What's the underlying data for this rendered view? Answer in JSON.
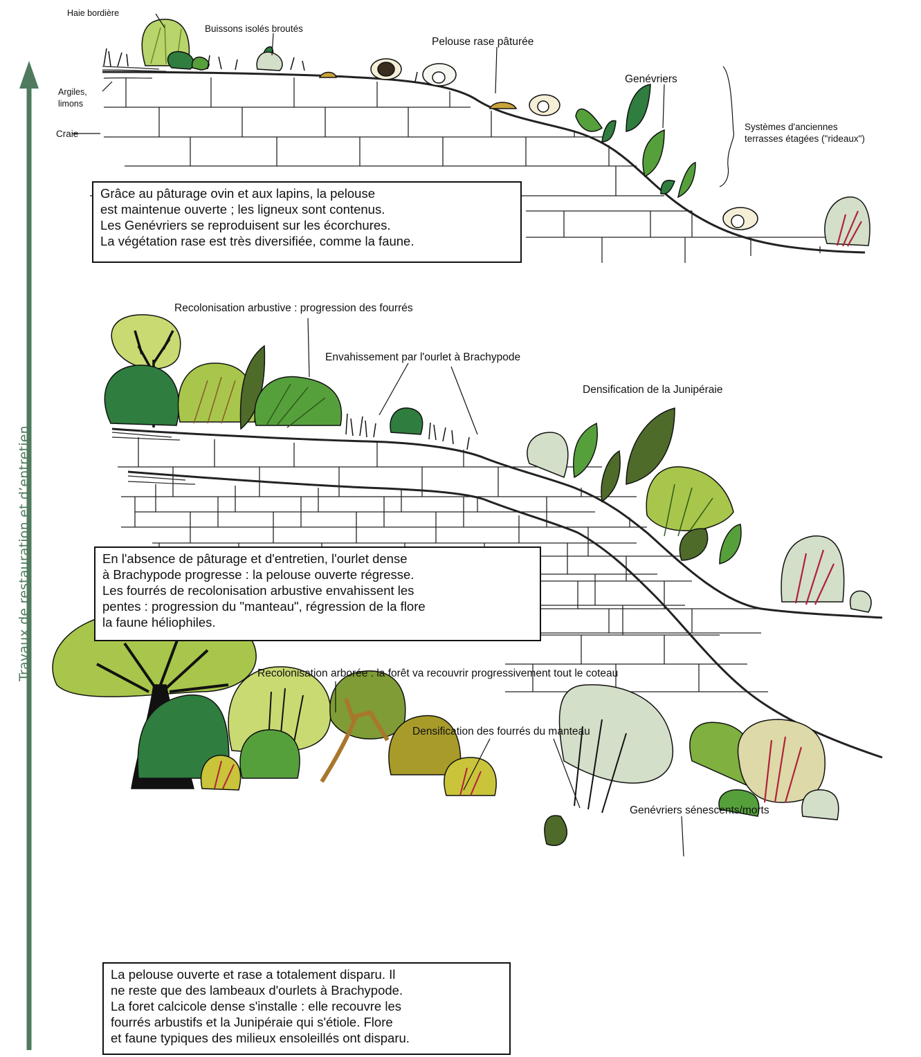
{
  "axis": {
    "label": "Travaux de restauration et d’entretien",
    "color": "#4f7a5e"
  },
  "colors": {
    "green_dark": "#2f7d3f",
    "green_mid": "#56a03c",
    "green_light": "#a8c64b",
    "yellow_green": "#c9da72",
    "olive": "#7f8c3a",
    "pale": "#d3dfc8",
    "red_stems": "#b0203a",
    "brown_trunk": "#a9772c"
  },
  "panel1": {
    "labels": {
      "haie": "Haie bordière",
      "buissons": "Buissons isolés broutés",
      "pelouse": "Pelouse rase pâturée",
      "argiles": "Argiles,",
      "limons": "limons",
      "craie": "Craie",
      "genevriers": "Genévriers",
      "systemes1": "Systèmes d'anciennes",
      "systemes2": "terrasses étagées (\"rideaux\")"
    },
    "text": [
      "Grâce au pâturage ovin et aux lapins, la pelouse",
      "est maintenue ouverte ; les ligneux sont contenus.",
      "Les Genévriers se reproduisent sur les écorchures.",
      "La végétation rase est très diversifiée, comme la faune."
    ]
  },
  "panel2": {
    "labels": {
      "recolonisation": "Recolonisation arbustive : progression des fourrés",
      "envahissement": "Envahissement par l'ourlet à Brachypode",
      "densification": "Densification de la Junipéraie"
    },
    "text": [
      "En l'absence de pâturage et d'entretien, l'ourlet dense",
      "à Brachypode progresse : la pelouse ouverte régresse.",
      "Les fourrés de recolonisation arbustive envahissent les",
      "pentes : progression du \"manteau\", régression de la flore",
      "la faune héliophiles."
    ]
  },
  "panel3": {
    "labels": {
      "recolonisation": "Recolonisation arborée : la forêt va recouvrir progressivement tout le coteau",
      "densification": "Densification des fourrés du manteau",
      "genevriers": "Genévriers sénescents/morts"
    },
    "text": [
      "La pelouse ouverte et rase a totalement disparu. Il",
      "ne reste que des lambeaux d'ourlets à Brachypode.",
      "La foret calcicole dense s'installe : elle recouvre les",
      "fourrés arbustifs et la Junipéraie qui s'étiole. Flore",
      "et faune typiques des milieux ensoleillés ont disparu."
    ]
  }
}
